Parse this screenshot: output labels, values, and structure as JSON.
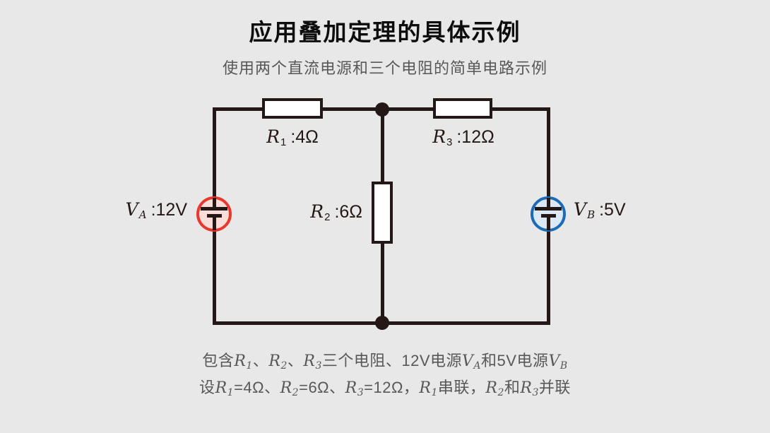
{
  "page": {
    "title": "应用叠加定理的具体示例",
    "subtitle": "使用两个直流电源和三个电阻的简单电路示例"
  },
  "circuit": {
    "components": {
      "r1": {
        "symbol": "R",
        "sub": "1",
        "value": ":4Ω"
      },
      "r2": {
        "symbol": "R",
        "sub": "2",
        "value": ":6Ω"
      },
      "r3": {
        "symbol": "R",
        "sub": "3",
        "value": ":12Ω"
      },
      "va": {
        "symbol": "V",
        "sub": "A",
        "value": ":12V"
      },
      "vb": {
        "symbol": "V",
        "sub": "B",
        "value": ":5V"
      }
    }
  },
  "description": {
    "line1_segments": [
      {
        "t": "包含"
      },
      {
        "t": "R",
        "s": "i"
      },
      {
        "t": "1",
        "s": "isub"
      },
      {
        "t": "、"
      },
      {
        "t": "R",
        "s": "i"
      },
      {
        "t": "2",
        "s": "isub"
      },
      {
        "t": "、"
      },
      {
        "t": "R",
        "s": "i"
      },
      {
        "t": "3",
        "s": "isub"
      },
      {
        "t": "三个电阻、12V电源"
      },
      {
        "t": "V",
        "s": "i"
      },
      {
        "t": "A",
        "s": "isub"
      },
      {
        "t": "和5V电源"
      },
      {
        "t": "V",
        "s": "i"
      },
      {
        "t": "B",
        "s": "isub"
      }
    ],
    "line2_segments": [
      {
        "t": "设"
      },
      {
        "t": "R",
        "s": "i"
      },
      {
        "t": "1",
        "s": "isub"
      },
      {
        "t": "=4Ω、"
      },
      {
        "t": "R",
        "s": "i"
      },
      {
        "t": "2",
        "s": "isub"
      },
      {
        "t": "=6Ω、"
      },
      {
        "t": "R",
        "s": "i"
      },
      {
        "t": "3",
        "s": "isub"
      },
      {
        "t": "=12Ω，"
      },
      {
        "t": "R",
        "s": "i"
      },
      {
        "t": "1",
        "s": "isub"
      },
      {
        "t": "串联，"
      },
      {
        "t": "R",
        "s": "i"
      },
      {
        "t": "2",
        "s": "isub"
      },
      {
        "t": "和"
      },
      {
        "t": "R",
        "s": "i"
      },
      {
        "t": "3",
        "s": "isub"
      },
      {
        "t": "并联"
      }
    ]
  },
  "colors": {
    "background": "#e8e8e8",
    "wire": "#231815",
    "source_a_stroke": "#e8382d",
    "source_a_fill": "#fadcd8",
    "source_b_stroke": "#1c6cb5",
    "source_b_fill": "#dbe9f6",
    "title_text": "#0d0d0d",
    "body_text": "#595757"
  }
}
